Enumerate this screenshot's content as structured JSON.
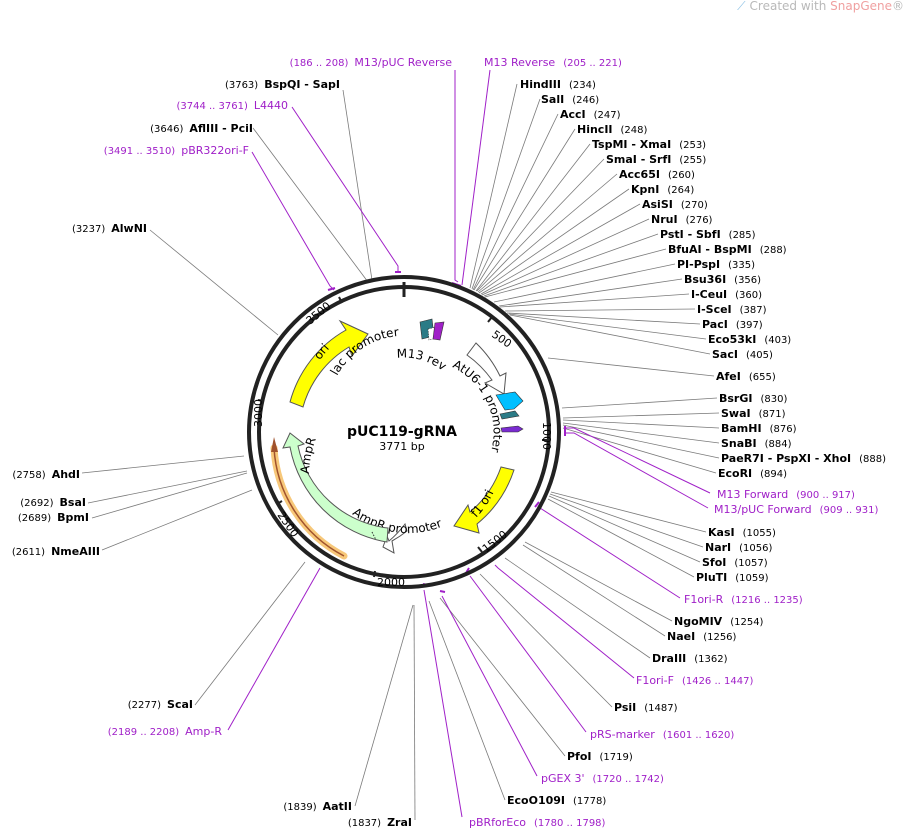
{
  "watermark": {
    "prefix": "Created with ",
    "brand": "SnapGene",
    "mark": "®"
  },
  "plasmid": {
    "name": "pUC119-gRNA",
    "length": "3771 bp"
  },
  "ticks": [
    "500",
    "1000",
    "1500",
    "2000",
    "2500",
    "3000",
    "3500"
  ],
  "enzymes": [
    {
      "id": "bspqi",
      "name": "BspQI - SapI",
      "pos": "(3763)"
    },
    {
      "id": "aflIII",
      "name": "AflIII - PciI",
      "pos": "(3646)"
    },
    {
      "id": "alwni",
      "name": "AlwNI",
      "pos": "(3237)"
    },
    {
      "id": "ahdi",
      "name": "AhdI",
      "pos": "(2758)"
    },
    {
      "id": "bsai",
      "name": "BsaI",
      "pos": "(2692)"
    },
    {
      "id": "bpmi",
      "name": "BpmI",
      "pos": "(2689)"
    },
    {
      "id": "nmeaiii",
      "name": "NmeAIII",
      "pos": "(2611)"
    },
    {
      "id": "scai",
      "name": "ScaI",
      "pos": "(2277)"
    },
    {
      "id": "aatii",
      "name": "AatII",
      "pos": "(1839)"
    },
    {
      "id": "zrai",
      "name": "ZraI",
      "pos": "(1837)"
    },
    {
      "id": "hindiii",
      "name": "HindIII",
      "pos": "(234)"
    },
    {
      "id": "sali",
      "name": "SalI",
      "pos": "(246)"
    },
    {
      "id": "acci",
      "name": "AccI",
      "pos": "(247)"
    },
    {
      "id": "hincii",
      "name": "HincII",
      "pos": "(248)"
    },
    {
      "id": "tspmi",
      "name": "TspMI - XmaI",
      "pos": "(253)"
    },
    {
      "id": "smai",
      "name": "SmaI - SrfI",
      "pos": "(255)"
    },
    {
      "id": "acc65i",
      "name": "Acc65I",
      "pos": "(260)"
    },
    {
      "id": "kpni",
      "name": "KpnI",
      "pos": "(264)"
    },
    {
      "id": "asisi",
      "name": "AsiSI",
      "pos": "(270)"
    },
    {
      "id": "nrui",
      "name": "NruI",
      "pos": "(276)"
    },
    {
      "id": "psti",
      "name": "PstI - SbfI",
      "pos": "(285)"
    },
    {
      "id": "bfuai",
      "name": "BfuAI - BspMI",
      "pos": "(288)"
    },
    {
      "id": "pipspi",
      "name": "PI-PspI",
      "pos": "(335)"
    },
    {
      "id": "bsu36i",
      "name": "Bsu36I",
      "pos": "(356)"
    },
    {
      "id": "iceui",
      "name": "I-CeuI",
      "pos": "(360)"
    },
    {
      "id": "iscei",
      "name": "I-SceI",
      "pos": "(387)"
    },
    {
      "id": "paci",
      "name": "PacI",
      "pos": "(397)"
    },
    {
      "id": "eco53ki",
      "name": "Eco53kI",
      "pos": "(403)"
    },
    {
      "id": "saci",
      "name": "SacI",
      "pos": "(405)"
    },
    {
      "id": "afei",
      "name": "AfeI",
      "pos": "(655)"
    },
    {
      "id": "bsrgi",
      "name": "BsrGI",
      "pos": "(830)"
    },
    {
      "id": "swai",
      "name": "SwaI",
      "pos": "(871)"
    },
    {
      "id": "bamhi",
      "name": "BamHI",
      "pos": "(876)"
    },
    {
      "id": "snabi",
      "name": "SnaBI",
      "pos": "(884)"
    },
    {
      "id": "paer7i",
      "name": "PaeR7I - PspXI - XhoI",
      "pos": "(888)"
    },
    {
      "id": "ecori",
      "name": "EcoRI",
      "pos": "(894)"
    },
    {
      "id": "kasi",
      "name": "KasI",
      "pos": "(1055)"
    },
    {
      "id": "nari",
      "name": "NarI",
      "pos": "(1056)"
    },
    {
      "id": "sfoi",
      "name": "SfoI",
      "pos": "(1057)"
    },
    {
      "id": "plutii",
      "name": "PluTI",
      "pos": "(1059)"
    },
    {
      "id": "ngomiv",
      "name": "NgoMIV",
      "pos": "(1254)"
    },
    {
      "id": "naei",
      "name": "NaeI",
      "pos": "(1256)"
    },
    {
      "id": "draiii",
      "name": "DraIII",
      "pos": "(1362)"
    },
    {
      "id": "psii",
      "name": "PsiI",
      "pos": "(1487)"
    },
    {
      "id": "pfoi",
      "name": "PfoI",
      "pos": "(1719)"
    },
    {
      "id": "ecoo109i",
      "name": "EcoO109I",
      "pos": "(1778)"
    }
  ],
  "primers": [
    {
      "id": "m13puc-rev",
      "name": "M13/pUC Reverse",
      "range": "(186 .. 208)"
    },
    {
      "id": "m13-rev",
      "name": "M13 Reverse",
      "range": "(205 .. 221)"
    },
    {
      "id": "l4440",
      "name": "L4440",
      "range": "(3744 .. 3761)"
    },
    {
      "id": "pbr322ori-f",
      "name": "pBR322ori-F",
      "range": "(3491 .. 3510)"
    },
    {
      "id": "m13-fwd",
      "name": "M13 Forward",
      "range": "(900 .. 917)"
    },
    {
      "id": "m13puc-fwd",
      "name": "M13/pUC Forward",
      "range": "(909 .. 931)"
    },
    {
      "id": "f1ori-r",
      "name": "F1ori-R",
      "range": "(1216 .. 1235)"
    },
    {
      "id": "f1ori-f",
      "name": "F1ori-F",
      "range": "(1426 .. 1447)"
    },
    {
      "id": "prs-marker",
      "name": "pRS-marker",
      "range": "(1601 .. 1620)"
    },
    {
      "id": "pgex3",
      "name": "pGEX 3'",
      "range": "(1720 .. 1742)"
    },
    {
      "id": "pbrforeco",
      "name": "pBRforEco",
      "range": "(1780 .. 1798)"
    },
    {
      "id": "amp-r",
      "name": "Amp-R",
      "range": "(2189 .. 2208)"
    }
  ],
  "features": {
    "lac_promoter": "lac promoter",
    "m13_rev": "M13 rev",
    "atu6_promoter": "AtU6-1 promoter",
    "f1_ori": "f1 ori",
    "ampr_promoter": "AmpR promoter",
    "ampr": "AmpR",
    "ori": "ori"
  },
  "colors": {
    "primer": "#a020c8",
    "ori": "#ffff00",
    "f1ori": "#ffff00",
    "ampr": "#ccffcc",
    "atu6": "#ffffff",
    "ampr_promoter": "#ffffff",
    "ampr_arc": "#f7c87a",
    "m13_arrow": "#00bfff"
  }
}
